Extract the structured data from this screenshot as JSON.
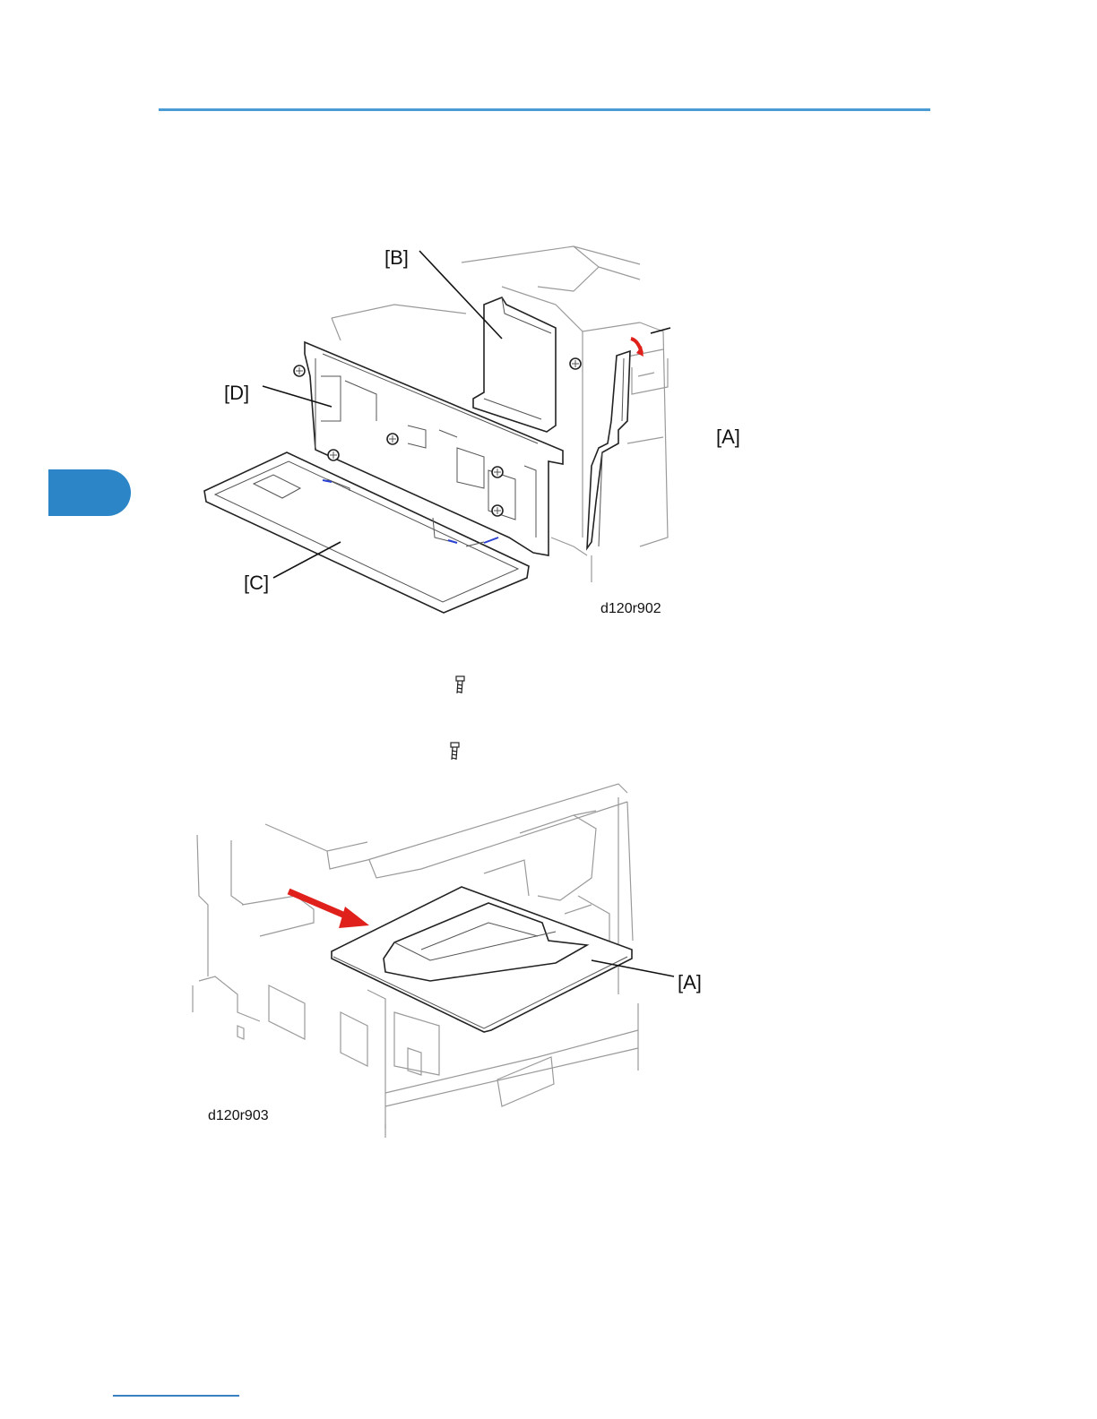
{
  "figure1": {
    "label_b": "[B]",
    "label_d": "[D]",
    "label_a": "[A]",
    "label_c": "[C]",
    "code": "d120r902"
  },
  "figure2": {
    "label_a": "[A]",
    "code": "d120r903"
  },
  "icons": {
    "screw1": "screw-icon",
    "screw2": "screw-icon",
    "arrow_color": "#e0201b",
    "accent_color": "#4a9ad4",
    "tab_color": "#2b85c6"
  }
}
